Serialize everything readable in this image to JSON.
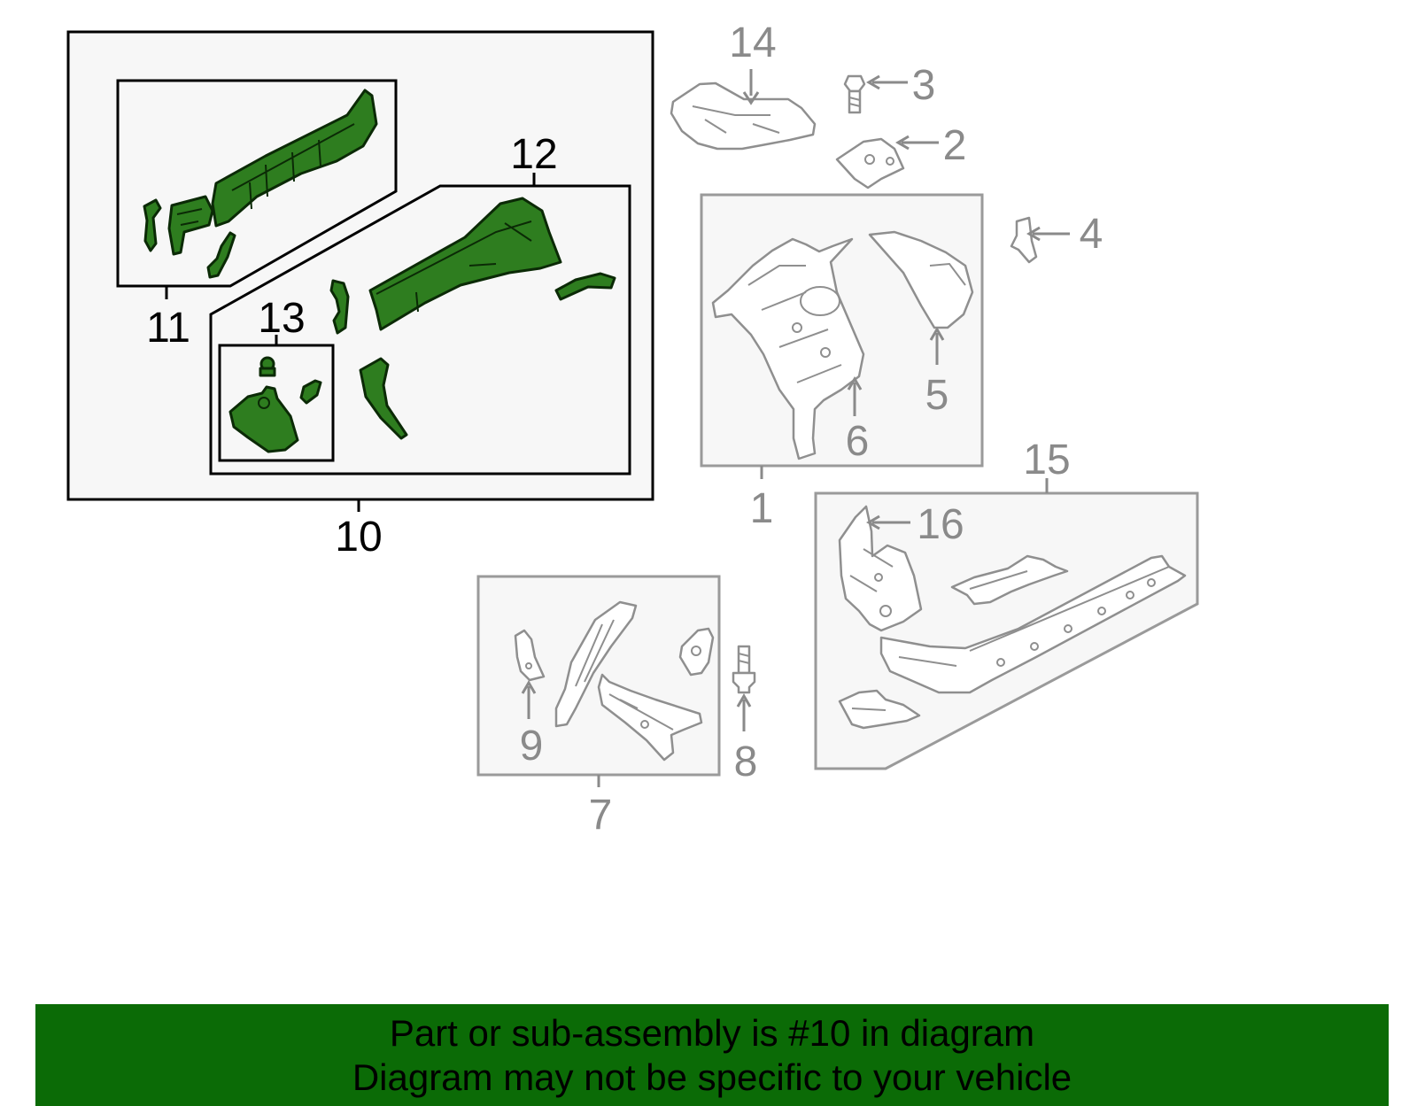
{
  "callouts": {
    "c1": "1",
    "c2": "2",
    "c3": "3",
    "c4": "4",
    "c5": "5",
    "c6": "6",
    "c7": "7",
    "c8": "8",
    "c9": "9",
    "c10": "10",
    "c11": "11",
    "c12": "12",
    "c13": "13",
    "c14": "14",
    "c15": "15",
    "c16": "16"
  },
  "colors": {
    "highlight_part": "#2e7d1f",
    "banner_background": "#0b6b06",
    "inactive_gray": "#8a8a8a"
  },
  "banner": {
    "line1": "Part or sub-assembly is #10 in diagram",
    "line2": "Diagram may not be specific to your vehicle"
  }
}
